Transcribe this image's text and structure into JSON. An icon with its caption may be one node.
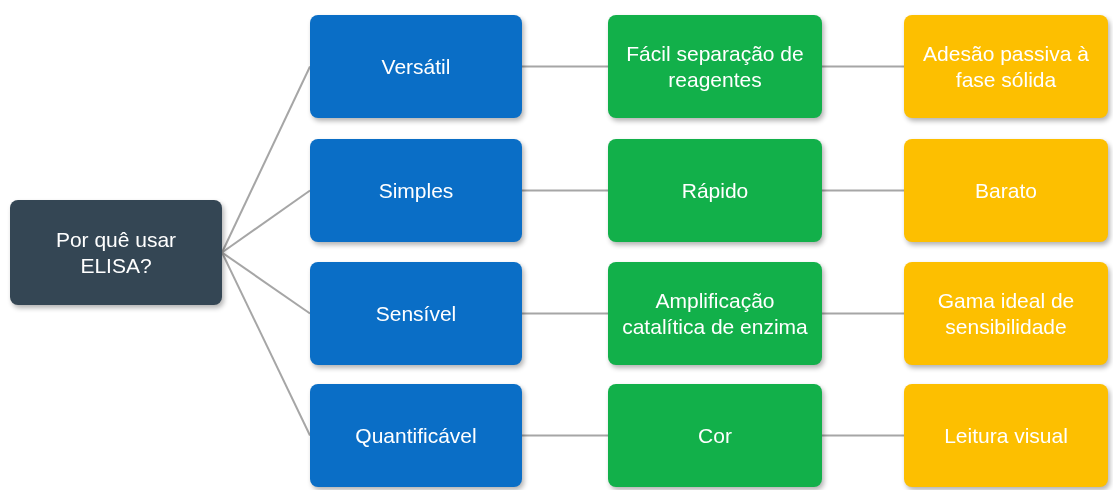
{
  "diagram": {
    "nodes": [
      {
        "text": [
          "Por quê usar ELISA?"
        ]
      },
      {
        "text": [
          "Versátil"
        ]
      },
      {
        "text": [
          "Fácil separação de reagentes"
        ]
      },
      {
        "text": [
          "Adesão passiva à fase sólida"
        ]
      },
      {
        "text": [
          "Simples"
        ]
      },
      {
        "text": [
          "Rápido"
        ]
      },
      {
        "text": [
          "Barato"
        ]
      },
      {
        "text": [
          "Sensível"
        ]
      },
      {
        "text": [
          "Amplificação catalítica de enzima"
        ]
      },
      {
        "text": [
          "Gama ideal de sensibilidade"
        ]
      },
      {
        "text": [
          "Quantificável"
        ]
      },
      {
        "text": [
          "Cor"
        ]
      },
      {
        "text": [
          "Leitura visual"
        ]
      }
    ],
    "edges": [
      {
        "from": 0,
        "to": 1,
        "arrow": "none"
      },
      {
        "from": 0,
        "to": 4,
        "arrow": "none"
      },
      {
        "from": 0,
        "to": 7,
        "arrow": "none"
      },
      {
        "from": 0,
        "to": 10,
        "arrow": "none"
      },
      {
        "from": 1,
        "to": 2,
        "arrow": "none"
      },
      {
        "from": 2,
        "to": 3,
        "arrow": "none"
      },
      {
        "from": 4,
        "to": 5,
        "arrow": "none"
      },
      {
        "from": 5,
        "to": 6,
        "arrow": "none"
      },
      {
        "from": 7,
        "to": 8,
        "arrow": "none"
      },
      {
        "from": 8,
        "to": 9,
        "arrow": "none"
      },
      {
        "from": 10,
        "to": 11,
        "arrow": "none"
      },
      {
        "from": 11,
        "to": 12,
        "arrow": "none"
      }
    ]
  }
}
